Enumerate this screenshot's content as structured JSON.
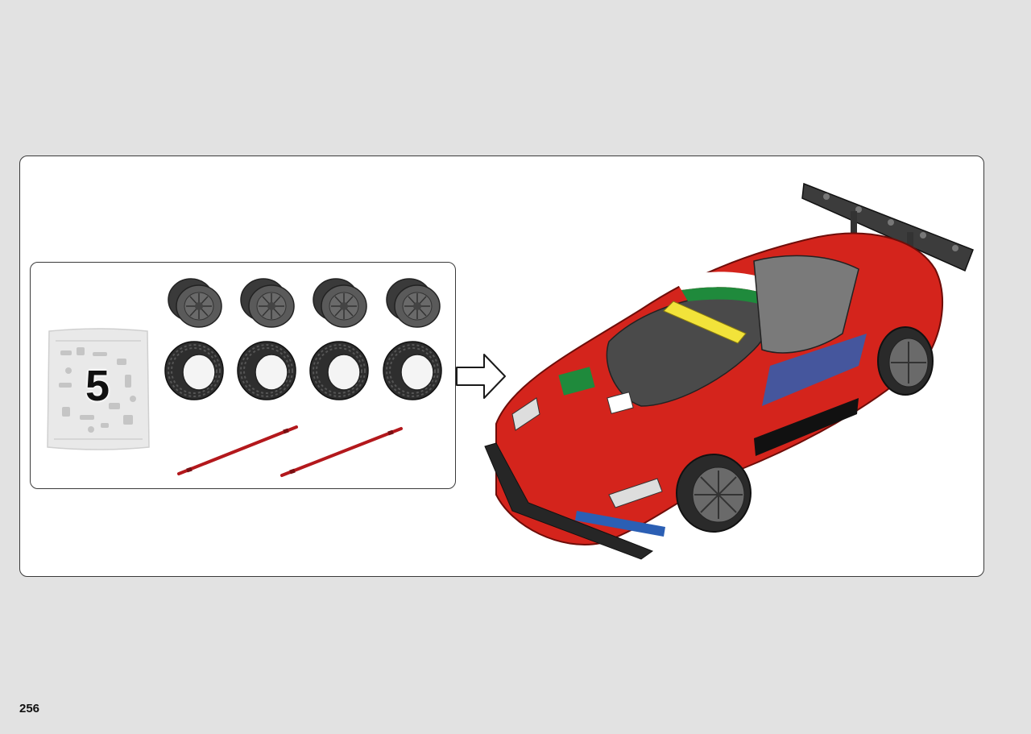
{
  "step": {
    "bag_number": "5"
  },
  "parts": {
    "rims": {
      "count": 4,
      "icon": "rim-icon"
    },
    "tires": {
      "count": 4,
      "icon": "tire-icon"
    },
    "axles": {
      "count": 2,
      "icon": "axle-icon"
    }
  },
  "colors": {
    "background": "#e2e2e2",
    "car_red": "#d4241c",
    "rim_gray": "#4a4a4a",
    "tire_dark": "#2e2e2e",
    "axle_red": "#b3181c"
  },
  "footer": {
    "page_number": "256"
  }
}
